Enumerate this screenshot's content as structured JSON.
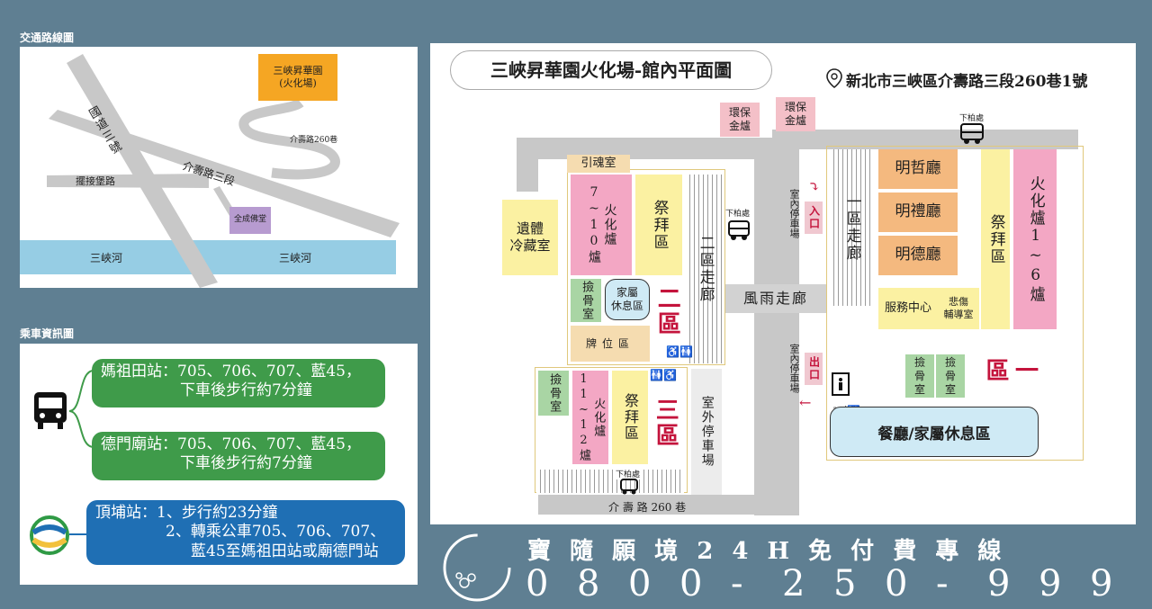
{
  "sections": {
    "traffic_title": "交通路線圖",
    "bus_title": "乘車資訊圖"
  },
  "route_map": {
    "freeway": "國道三號",
    "road_jieshou": "介壽路三段",
    "road_260": "介壽路260巷",
    "road_bailin": "擺接堡路",
    "river_left": "三峽河",
    "river_right": "三峽河",
    "destination": "三峽昇華園\n(火化場)",
    "temple": "全成佛堂"
  },
  "bus_info": {
    "items": [
      {
        "line1": "媽祖田站：705、706、707、藍45，",
        "line2": "下車後步行約7分鐘",
        "color": "#3f9b4a"
      },
      {
        "line1": "德門廟站：705、706、707、藍45，",
        "line2": "下車後步行約7分鐘",
        "color": "#3f9b4a"
      },
      {
        "line1": "頂埔站：1、步行約23分鐘",
        "line2": "2、轉乘公車705、706、707、",
        "line3": "藍45至媽祖田站或廟德門站",
        "color": "#1f6fb4"
      }
    ]
  },
  "floorplan": {
    "title": "三峽昇華園火化場-館內平面圖",
    "address": "新北市三峽區介壽路三段260巷1號",
    "rooms": {
      "env_burner_1": "環保\n金爐",
      "env_burner_2": "環保\n金爐",
      "soul_room": "引魂室",
      "cold_storage": "遺體\n冷藏室",
      "furnace_7_10": "火化爐7~10爐",
      "worship_a": "祭拜區",
      "corridor_2": "二區走廊",
      "bone_room_a": "撿骨室",
      "family_rest_a": "家屬\n休息區",
      "zone_2": "二區",
      "tablet_area": "牌位區",
      "bone_room_b": "撿骨室",
      "furnace_11_12": "火化爐11~12爐",
      "worship_b": "祭拜區",
      "zone_3": "三區",
      "outdoor_parking": "室外停車場",
      "indoor_parking_a": "室內停車場",
      "indoor_parking_b": "室內停車場",
      "entrance": "入口",
      "exit": "出口",
      "rain_corridor": "風雨走廊",
      "corridor_1": "一區走廊",
      "hall_1": "明哲廳",
      "hall_2": "明禮廳",
      "hall_3": "明德廳",
      "worship_c": "祭拜區",
      "furnace_1_6": "火化爐1~6爐",
      "service_center": "服務中心",
      "grief_room": "悲傷\n輔導室",
      "bone_room_c": "撿\n骨\n室",
      "bone_room_d": "撿\n骨\n室",
      "zone_1": "一區",
      "restaurant": "餐廳/家屬休息區",
      "dropoff_1": "下柏處",
      "dropoff_2": "下柏處",
      "dropoff_3": "下柏處",
      "lane": "介 壽 路 260 巷"
    }
  },
  "hotline": {
    "label": "寶 隨 願 境 2 4 H 免 付 費 專 線",
    "digits": [
      "0",
      "8",
      "0",
      "0",
      "-",
      "2",
      "5",
      "0",
      "-",
      "9",
      "9",
      "9"
    ]
  }
}
